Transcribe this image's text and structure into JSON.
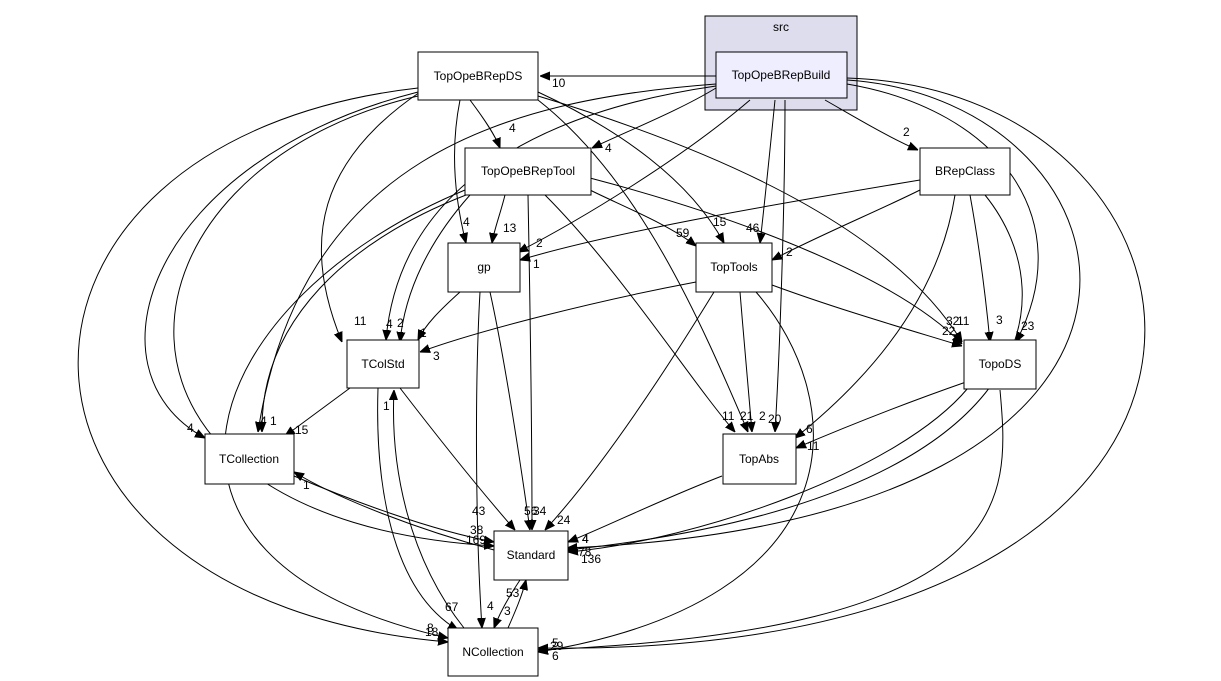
{
  "cluster": {
    "label": "src"
  },
  "nodes": {
    "TopOpeBRepBuild": "TopOpeBRepBuild",
    "TopOpeBRepDS": "TopOpeBRepDS",
    "TopOpeBRepTool": "TopOpeBRepTool",
    "BRepClass": "BRepClass",
    "gp": "gp",
    "TopTools": "TopTools",
    "TColStd": "TColStd",
    "TopoDS": "TopoDS",
    "TCollection": "TCollection",
    "TopAbs": "TopAbs",
    "Standard": "Standard",
    "NCollection": "NCollection"
  },
  "edges": [
    {
      "from": "TopOpeBRepBuild",
      "to": "TopOpeBRepDS",
      "label": "10"
    },
    {
      "from": "TopOpeBRepBuild",
      "to": "TopOpeBRepTool",
      "label": "4"
    },
    {
      "from": "TopOpeBRepBuild",
      "to": "BRepClass",
      "label": "2"
    },
    {
      "from": "TopOpeBRepBuild",
      "to": "gp",
      "label": "2"
    },
    {
      "from": "TopOpeBRepBuild",
      "to": "TopTools",
      "label": "46"
    },
    {
      "from": "TopOpeBRepBuild",
      "to": "TopoDS",
      "label": "23"
    },
    {
      "from": "TopOpeBRepBuild",
      "to": "TColStd",
      "label": "4"
    },
    {
      "from": "TopOpeBRepBuild",
      "to": "TCollection",
      "label": "4"
    },
    {
      "from": "TopOpeBRepBuild",
      "to": "TopAbs",
      "label": "20"
    },
    {
      "from": "TopOpeBRepBuild",
      "to": "Standard",
      "label": "136"
    },
    {
      "from": "TopOpeBRepBuild",
      "to": "NCollection",
      "label": "29"
    },
    {
      "from": "TopOpeBRepDS",
      "to": "TopOpeBRepTool",
      "label": "4"
    },
    {
      "from": "TopOpeBRepDS",
      "to": "gp",
      "label": "4"
    },
    {
      "from": "TopOpeBRepDS",
      "to": "TopTools",
      "label": "15"
    },
    {
      "from": "TopOpeBRepDS",
      "to": "TColStd",
      "label": "11"
    },
    {
      "from": "TopOpeBRepDS",
      "to": "TopoDS",
      "label": "32"
    },
    {
      "from": "TopOpeBRepDS",
      "to": "TCollection",
      "label": "4"
    },
    {
      "from": "TopOpeBRepDS",
      "to": "TopAbs",
      "label": "2"
    },
    {
      "from": "TopOpeBRepDS",
      "to": "Standard",
      "label": "169"
    },
    {
      "from": "TopOpeBRepDS",
      "to": "NCollection",
      "label": "18"
    },
    {
      "from": "TopOpeBRepTool",
      "to": "gp",
      "label": "13"
    },
    {
      "from": "TopOpeBRepTool",
      "to": "TopTools",
      "label": "59"
    },
    {
      "from": "TopOpeBRepTool",
      "to": "TColStd",
      "label": "2"
    },
    {
      "from": "TopOpeBRepTool",
      "to": "TopoDS",
      "label": "22"
    },
    {
      "from": "TopOpeBRepTool",
      "to": "TCollection",
      "label": "1"
    },
    {
      "from": "TopOpeBRepTool",
      "to": "TopAbs",
      "label": "11"
    },
    {
      "from": "TopOpeBRepTool",
      "to": "Standard",
      "label": "56"
    },
    {
      "from": "TopOpeBRepTool",
      "to": "NCollection",
      "label": "8"
    },
    {
      "from": "BRepClass",
      "to": "gp",
      "label": "1"
    },
    {
      "from": "BRepClass",
      "to": "TopTools",
      "label": "2"
    },
    {
      "from": "BRepClass",
      "to": "TopoDS",
      "label": "3"
    },
    {
      "from": "BRepClass",
      "to": "TopAbs",
      "label": "6"
    },
    {
      "from": "BRepClass",
      "to": "Standard",
      "label": "4"
    },
    {
      "from": "gp",
      "to": "TColStd",
      "label": "1"
    },
    {
      "from": "gp",
      "to": "Standard",
      "label": "34"
    },
    {
      "from": "gp",
      "to": "NCollection",
      "label": "4"
    },
    {
      "from": "TopTools",
      "to": "TColStd",
      "label": "3"
    },
    {
      "from": "TopTools",
      "to": "TopoDS",
      "label": "11"
    },
    {
      "from": "TopTools",
      "to": "TopAbs",
      "label": "21"
    },
    {
      "from": "TopTools",
      "to": "Standard",
      "label": "24"
    },
    {
      "from": "TopTools",
      "to": "NCollection",
      "label": "6"
    },
    {
      "from": "TColStd",
      "to": "TCollection",
      "label": "15"
    },
    {
      "from": "TColStd",
      "to": "Standard",
      "label": "43"
    },
    {
      "from": "TColStd",
      "to": "NCollection",
      "label": "67"
    },
    {
      "from": "TopoDS",
      "to": "TopAbs",
      "label": "11"
    },
    {
      "from": "TopoDS",
      "to": "Standard",
      "label": "78"
    },
    {
      "from": "TopoDS",
      "to": "NCollection",
      "label": "5"
    },
    {
      "from": "TCollection",
      "to": "Standard",
      "label": "38"
    },
    {
      "from": "TopAbs",
      "to": "Standard",
      "label": "4"
    },
    {
      "from": "Standard",
      "to": "TCollection",
      "label": "1"
    },
    {
      "from": "Standard",
      "to": "NCollection",
      "label": "3"
    },
    {
      "from": "NCollection",
      "to": "Standard",
      "label": "53"
    },
    {
      "from": "NCollection",
      "to": "TColStd",
      "label": "1"
    }
  ]
}
